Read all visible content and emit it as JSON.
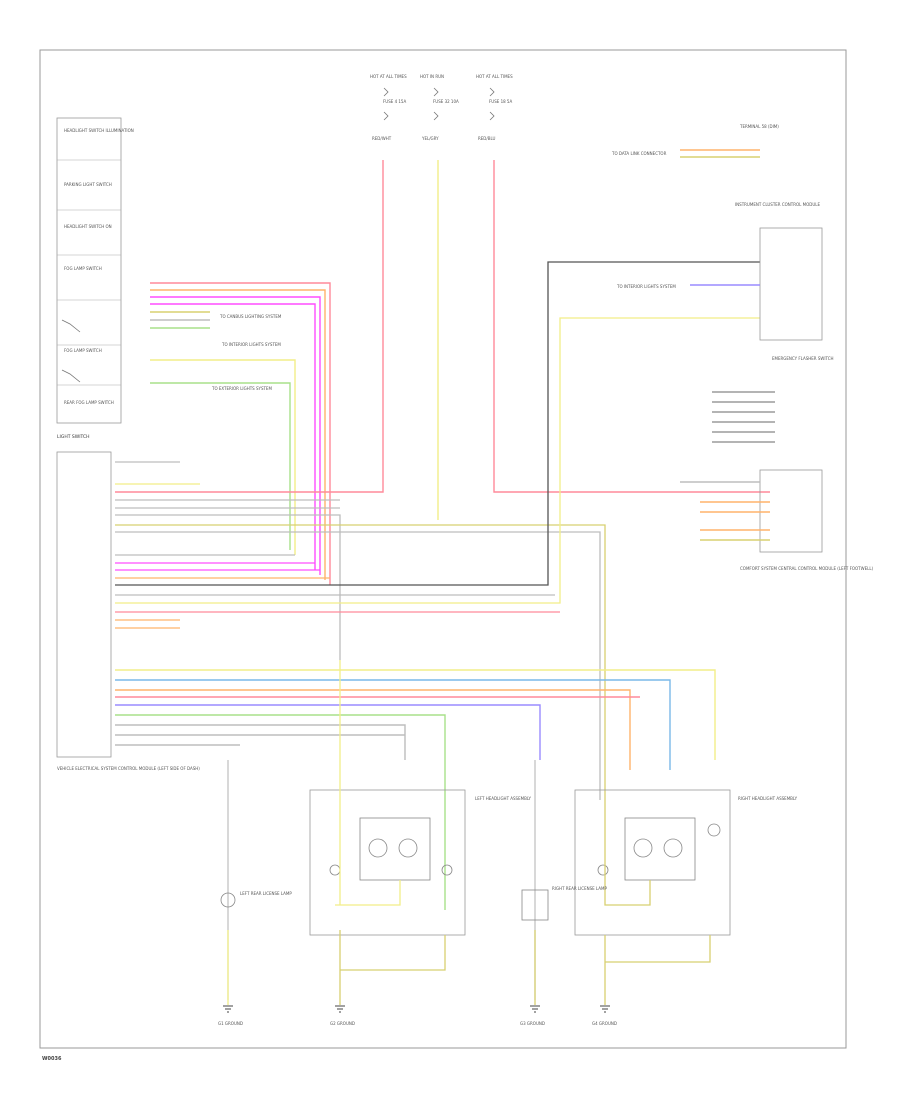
{
  "frame_code": "W0036",
  "fuses": [
    {
      "title": "HOT AT ALL TIMES",
      "fuse": "FUSE 4 15A",
      "wire": "RED/WHT"
    },
    {
      "title": "HOT IN RUN",
      "fuse": "FUSE 32 10A",
      "wire": "YEL/GRY"
    },
    {
      "title": "HOT AT ALL TIMES",
      "fuse": "FUSE 18 5A",
      "wire": "RED/BLU"
    }
  ],
  "header_note": "TERMINAL 58 (DIM)",
  "switch_panel": {
    "labels": [
      "HEADLIGHT SWITCH ILLUMINATION",
      "PARKING LIGHT SWITCH",
      "HEADLIGHT SWITCH ON",
      "FOG LAMP SWITCH",
      "FOG LAMP SWITCH",
      "REAR FOG LAMP SWITCH"
    ],
    "bottom_label": "LIGHT SWITCH",
    "module_label": "VEHICLE ELECTRICAL SYSTEM CONTROL MODULE (LEFT SIDE OF DASH)"
  },
  "left_notes": [
    "TO CANBUS LIGHTING SYSTEM",
    "TO INTERIOR LIGHTS SYSTEM",
    "TO EXTERIOR LIGHTS SYSTEM"
  ],
  "right_blocks": [
    "TO DATA LINK CONNECTOR",
    "INSTRUMENT CLUSTER CONTROL MODULE",
    "TO INTERIOR LIGHTS SYSTEM",
    "EMERGENCY FLASHER SWITCH",
    "COMFORT SYSTEM CENTRAL CONTROL MODULE (LEFT FOOTWELL)"
  ],
  "bottom_components": [
    {
      "name": "LEFT REAR LICENSE LAMP"
    },
    {
      "name": "LEFT HEADLIGHT ASSEMBLY"
    },
    {
      "name": "RIGHT REAR LICENSE LAMP"
    },
    {
      "name": "RIGHT HEADLIGHT ASSEMBLY"
    }
  ],
  "grounds": [
    "G1 GROUND",
    "G2 GROUND",
    "G3 GROUND",
    "G4 GROUND"
  ],
  "wire_colors": {
    "red": "#ff8a9a",
    "yellow": "#f2ee88",
    "magenta": "#ff4dff",
    "orange": "#ffb36b",
    "blue": "#7ab8e8",
    "purple": "#9a8cff",
    "green": "#a8e08a",
    "gray": "#bdbdbd",
    "dark": "#555555",
    "olive": "#d8d070",
    "frame": "#9a9a9a"
  }
}
